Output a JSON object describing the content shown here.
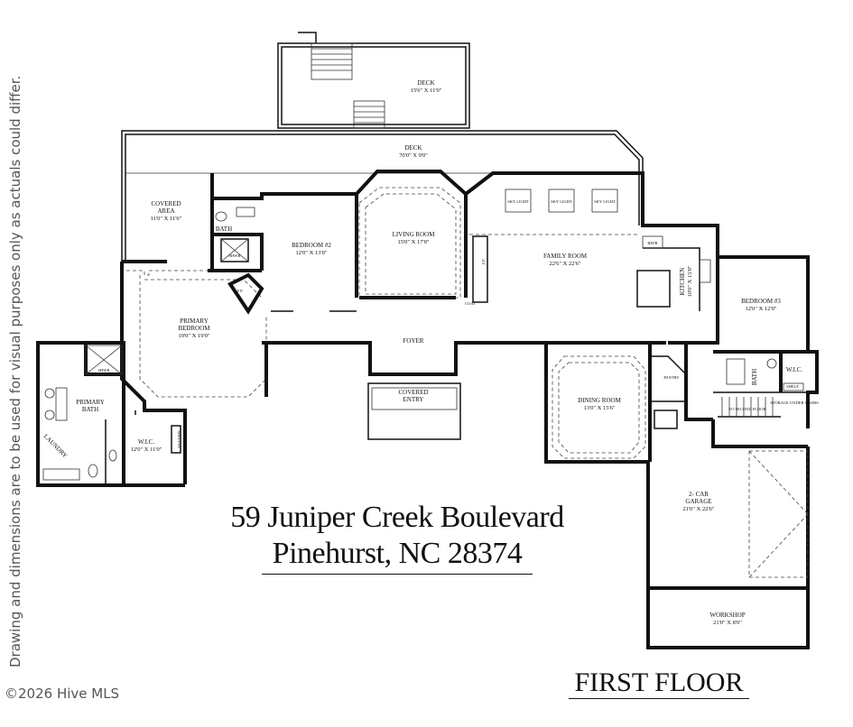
{
  "rooms": {
    "deck_upper": {
      "label": "DECK",
      "dim": "15'6\" X 11'0\""
    },
    "deck_main": {
      "label": "DECK",
      "dim": "70'0\" X 9'0\""
    },
    "covered_area": {
      "label": "COVERED",
      "label2": "AREA",
      "dim": "11'0\" X 11'6\""
    },
    "bath": {
      "label": "BATH"
    },
    "bedroom2": {
      "label": "BEDROOM #2",
      "dim": "12'0\" X 13'0\""
    },
    "living_room": {
      "label": "LIVING ROOM",
      "dim": "15'0\" X 17'0\""
    },
    "family_room": {
      "label": "FAMILY ROOM",
      "dim": "22'6\" X 22'6\""
    },
    "kitchen": {
      "label": "KITCHEN",
      "dim": "10'0\" X 15'0\""
    },
    "bedroom3": {
      "label": "BEDROOM #3",
      "dim": "12'0\" X 12'0\""
    },
    "primary_bedroom": {
      "label": "PRIMARY",
      "label2": "BEDROOM",
      "dim": "19'0\" X 19'0\""
    },
    "foyer": {
      "label": "FOYER"
    },
    "covered_entry": {
      "label": "COVERED",
      "label2": "ENTRY"
    },
    "dining_room": {
      "label": "DINING ROOM",
      "dim": "13'0\" X 15'6\""
    },
    "primary_bath": {
      "label": "PRIMARY",
      "label2": "BATH"
    },
    "wic_primary": {
      "label": "W.I.C.",
      "dim": "12'0\" X 11'0\""
    },
    "laundry": {
      "label": "LAUNDRY"
    },
    "pantry": {
      "label": "PANTRY"
    },
    "bath3": {
      "label": "BATH"
    },
    "wic3": {
      "label": "W.I.C."
    },
    "garage": {
      "label": "2- CAR",
      "label2": "GARAGE",
      "dim": "21'0\" X 22'6\""
    },
    "workshop": {
      "label": "WORKSHOP",
      "dim": "21'0\" X 8'0\""
    }
  },
  "fixtures": {
    "fp": "F.P.",
    "sky_light": "SKY LIGHT",
    "refr": "REFR",
    "coat": "COAT",
    "shower": "SHWR",
    "shelf": "SHELF",
    "storage": "STORAGE UNDER STAIRS",
    "to_second_floor": "TO SECOND FLOOR",
    "shelves": "SHELVES"
  },
  "address": {
    "line1": "59 Juniper Creek Boulevard",
    "line2": "Pinehurst, NC 28374"
  },
  "floor_title": "FIRST FLOOR",
  "disclaimer": "Drawing and dimensions are to be used for visual purposes only as actuals could differ.",
  "copyright": "©2026 Hive MLS"
}
